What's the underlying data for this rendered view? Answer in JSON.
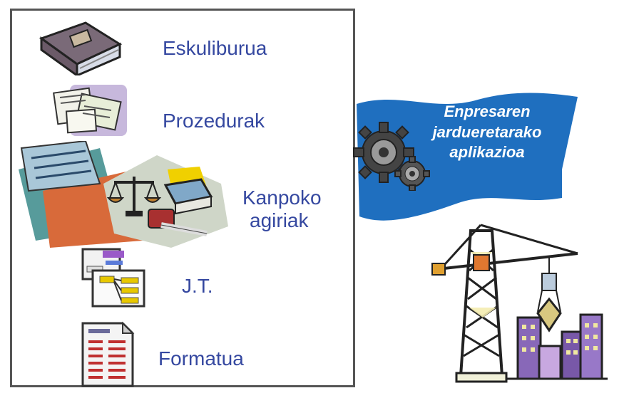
{
  "items": [
    {
      "label": "Eskuliburua",
      "icon": "book-icon"
    },
    {
      "label": "Prozedurak",
      "icon": "documents-icon"
    },
    {
      "label_line1": "Kanpoko",
      "label_line2": "agiriak",
      "icon": "legal-documents-icon"
    },
    {
      "label": "J.T.",
      "icon": "workflow-icon"
    },
    {
      "label": "Formatua",
      "icon": "form-icon"
    }
  ],
  "banner": {
    "line1": "Enpresaren",
    "line2": "jardueretarako",
    "line3": "aplikazioa",
    "color": "#1f6fbf",
    "icon": "gears-icon"
  },
  "illustration": {
    "icon": "construction-crane-icon"
  },
  "colors": {
    "label_text": "#3548a0",
    "frame": "#555555"
  }
}
